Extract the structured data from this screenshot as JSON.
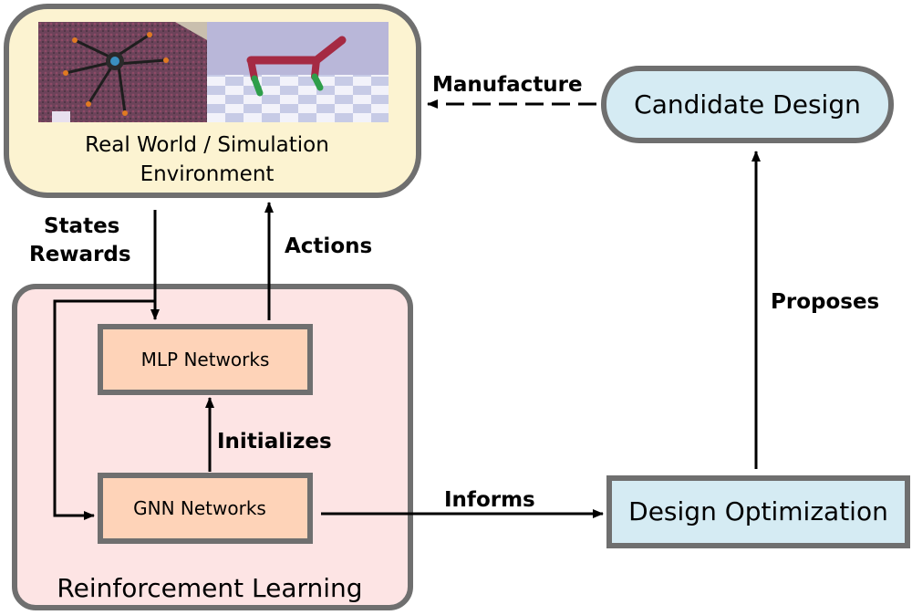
{
  "environment": {
    "label": "Real World / Simulation Environment",
    "images": [
      "hexapod-robot-photo",
      "simulated-walker-render"
    ]
  },
  "candidate": {
    "label": "Candidate Design"
  },
  "rl": {
    "label": "Reinforcement Learning"
  },
  "mlp": {
    "label": "MLP Networks"
  },
  "gnn": {
    "label": "GNN Networks"
  },
  "optimization": {
    "label": "Design Optimization"
  },
  "edges": {
    "manufacture": "Manufacture",
    "states": "States",
    "rewards": "Rewards",
    "actions": "Actions",
    "initializes": "Initializes",
    "informs": "Informs",
    "proposes": "Proposes"
  }
}
